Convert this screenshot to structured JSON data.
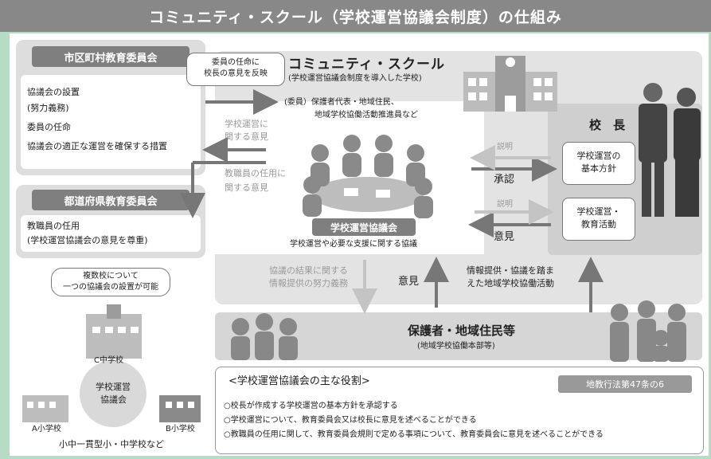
{
  "title": "コミュニティ・スクール（学校運営協議会制度）の仕組み",
  "muni_board": {
    "header": "市区町村教育委員会",
    "items": [
      "協議会の設置",
      "(努力義務)",
      "委員の任命",
      "協議会の適正な運営を確保する措置"
    ]
  },
  "pref_board": {
    "header": "都道府県教育委員会",
    "items": [
      "教職員の任用",
      "(学校運営協議会の意見を尊重)"
    ]
  },
  "callout_opinion": [
    "委員の任命に",
    "校長の意見を反映"
  ],
  "community_school": {
    "title": "コミュニティ・スクール",
    "subtitle": "(学校運営協議会制度を導入した学校)",
    "members": [
      "(委員）保護者代表・地域住民、",
      "地域学校協働活動推進員など"
    ]
  },
  "flow_labels": {
    "opinion_school_ops": [
      "学校運営に",
      "関する意見"
    ],
    "opinion_staff": [
      "教職員の任用に",
      "関する意見"
    ],
    "info_effort": [
      "協議の結果に関する",
      "情報提供の努力義務"
    ],
    "opinion": "意見",
    "info_activity": [
      "情報提供・協議を踏ま",
      "えた地域学校協働活動"
    ],
    "explain1": "説明",
    "approve": "承認",
    "explain2": "説明",
    "opinion2": "意見"
  },
  "council": {
    "label": "学校運営協議会",
    "caption": "学校運営や必要な支援に関する協議"
  },
  "principal": {
    "label": "校　長",
    "box1": [
      "学校運営の",
      "基本方針"
    ],
    "box2": [
      "学校運営・",
      "教育活動"
    ]
  },
  "guardians": {
    "title": "保護者・地域住民等",
    "subtitle": "(地域学校協働本部等)"
  },
  "multi_school": {
    "bubble": [
      "複数校について",
      "一つの協議会の設置が可能"
    ],
    "c_school": "C中学校",
    "a_school": "A小学校",
    "b_school": "B小学校",
    "council": [
      "学校運営",
      "協議会"
    ],
    "caption": "小中一貫型小・中学校など"
  },
  "roles": {
    "title": "<学校運営協議会の主な役割>",
    "law": "地教行法第47条の6",
    "items": [
      "○校長が作成する学校運営の基本方針を承認する",
      "○学校運営について、教育委員会又は校長に意見を述べることができる",
      "○教職員の任用に関して、教育委員会規則で定める事項について、教育委員会に意見を述べることができる"
    ]
  },
  "colors": {
    "background": "#b7dcc6",
    "title_bar": "#888888",
    "box_gray": "#dddddd",
    "label_gray": "#7f7f7f",
    "arrow": "#777777"
  }
}
